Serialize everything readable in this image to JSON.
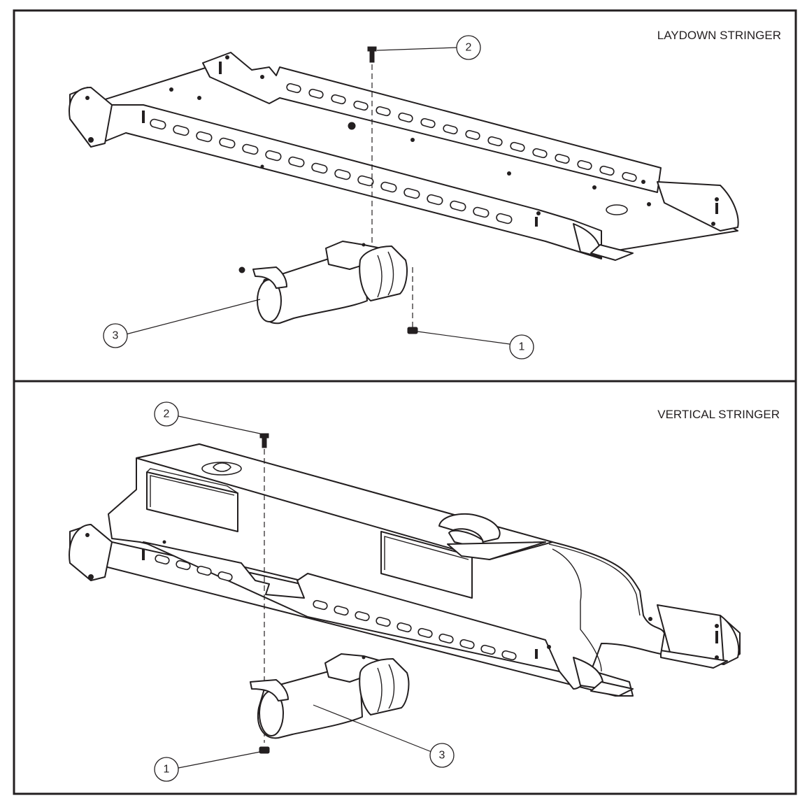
{
  "panels": [
    {
      "title": "LAYDOWN STRINGER",
      "callouts": [
        "1",
        "2",
        "3"
      ]
    },
    {
      "title": "VERTICAL STRINGER",
      "callouts": [
        "1",
        "2",
        "3"
      ]
    }
  ],
  "icons": {
    "stringer": "laydown-stringer-drawing",
    "vertical": "vertical-stringer-drawing",
    "receiver": "tube-receiver-drawing",
    "bolt": "bolt-drawing",
    "nut": "nut-drawing"
  }
}
